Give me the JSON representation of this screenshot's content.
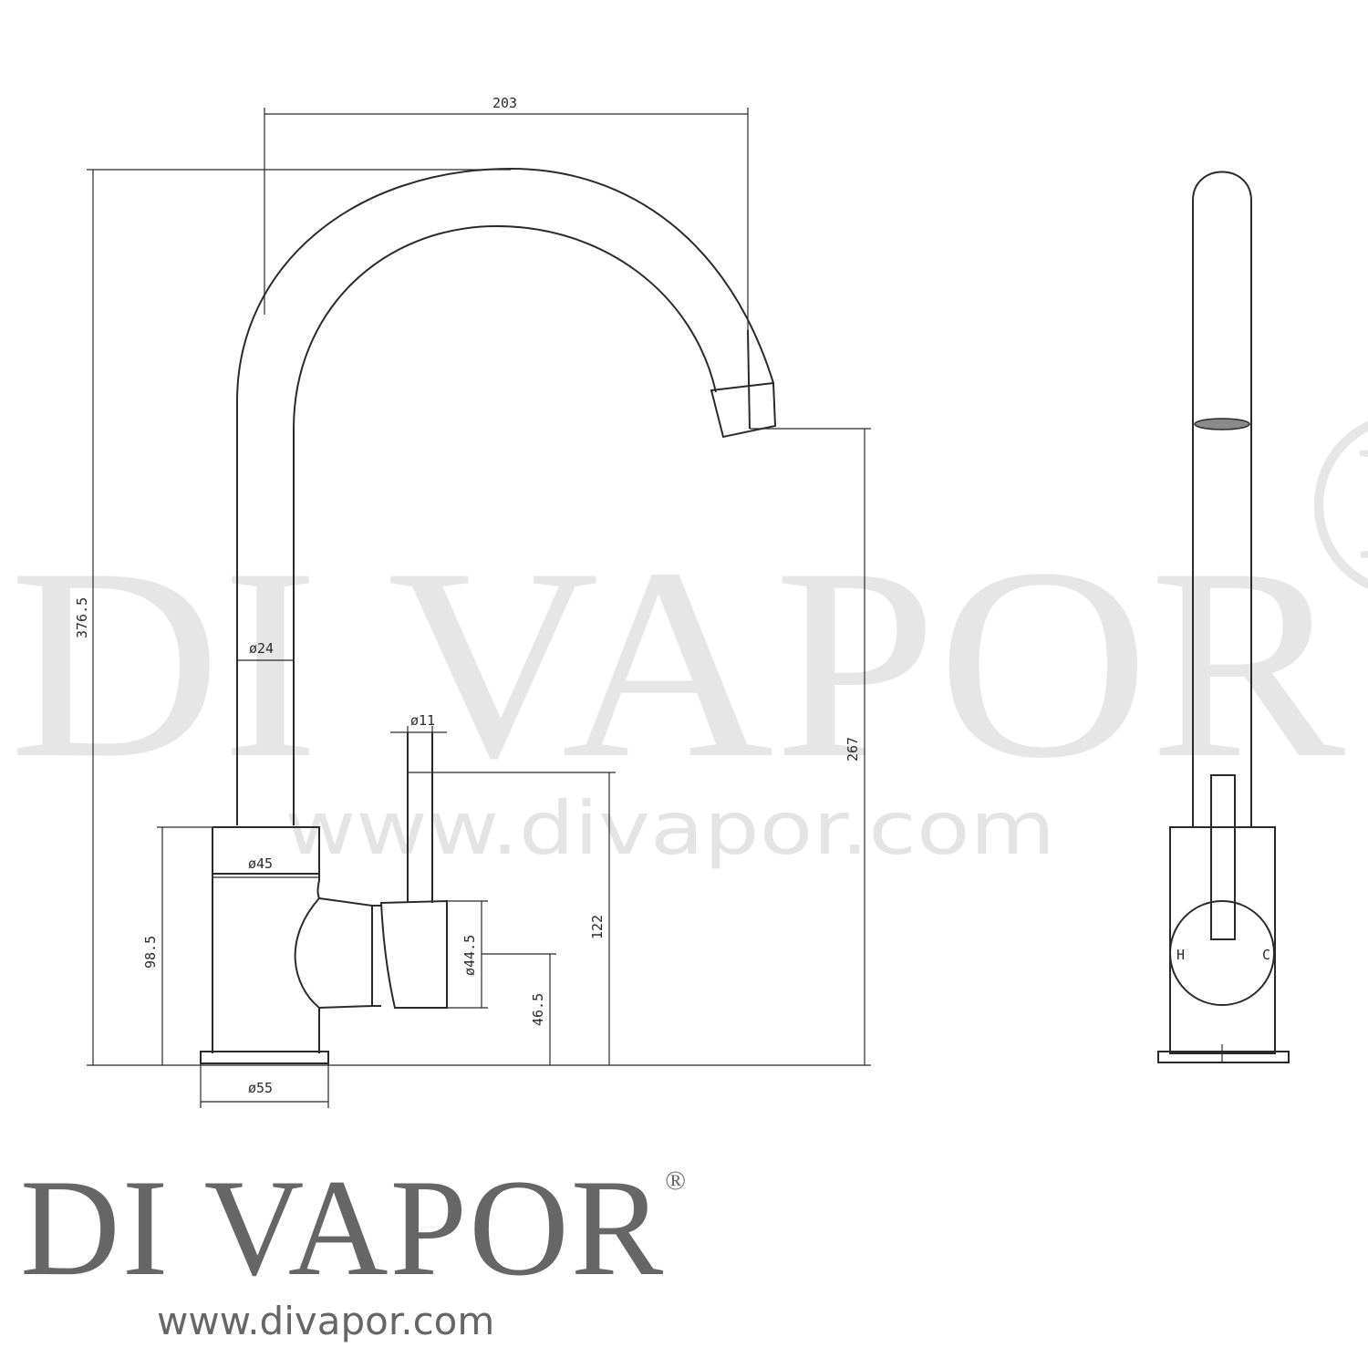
{
  "watermark": {
    "brand": "DI VAPOR",
    "registered_mark": "®",
    "url": "www.divapor.com"
  },
  "dimensions": {
    "width_spout": "203",
    "height_total": "376.5",
    "height_spout_outlet": "267",
    "diameter_spout_tube": "ø24",
    "diameter_lever": "ø11",
    "diameter_body_top": "ø45",
    "height_body": "98.5",
    "height_lever": "122",
    "diameter_handle": "ø44.5",
    "height_handle_center": "46.5",
    "diameter_base": "ø55"
  },
  "side_view": {
    "hot_label": "H",
    "cold_label": "C"
  },
  "logo": {
    "brand": "DI VAPOR",
    "registered_mark": "®",
    "url": "www.divapor.com"
  }
}
